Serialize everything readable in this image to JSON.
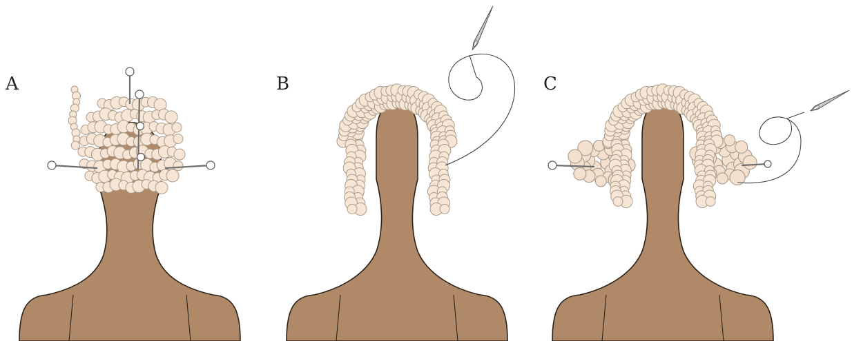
{
  "panels": [
    {
      "id": "A",
      "label": "A"
    },
    {
      "id": "B",
      "label": "B"
    },
    {
      "id": "C",
      "label": "C"
    }
  ],
  "colors": {
    "body": "#b08a68",
    "outline": "#2b2118",
    "curl": "#f7e6d6",
    "pin": "#6e6e6e",
    "thread": "#444444"
  },
  "icons": {
    "pin": "pin-icon",
    "needle": "needle-icon"
  }
}
